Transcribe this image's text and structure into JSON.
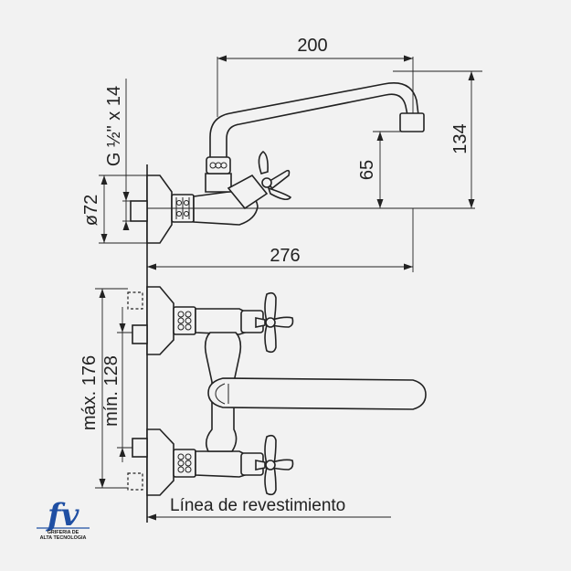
{
  "dimensions": {
    "spout_reach": "200",
    "total_height": "134",
    "spout_height": "65",
    "total_length": "276",
    "escutcheon_diameter": "ø72",
    "thread": "G ½\" x 14",
    "max_spacing": "máx. 176",
    "min_spacing": "mín. 128"
  },
  "labels": {
    "wall_line": "Línea de revestimiento"
  },
  "logo": {
    "mark": "fv",
    "line1": "GRIFERIA DE",
    "line2": "ALTA TECNOLOGIA",
    "color": "#1f4fa3"
  }
}
